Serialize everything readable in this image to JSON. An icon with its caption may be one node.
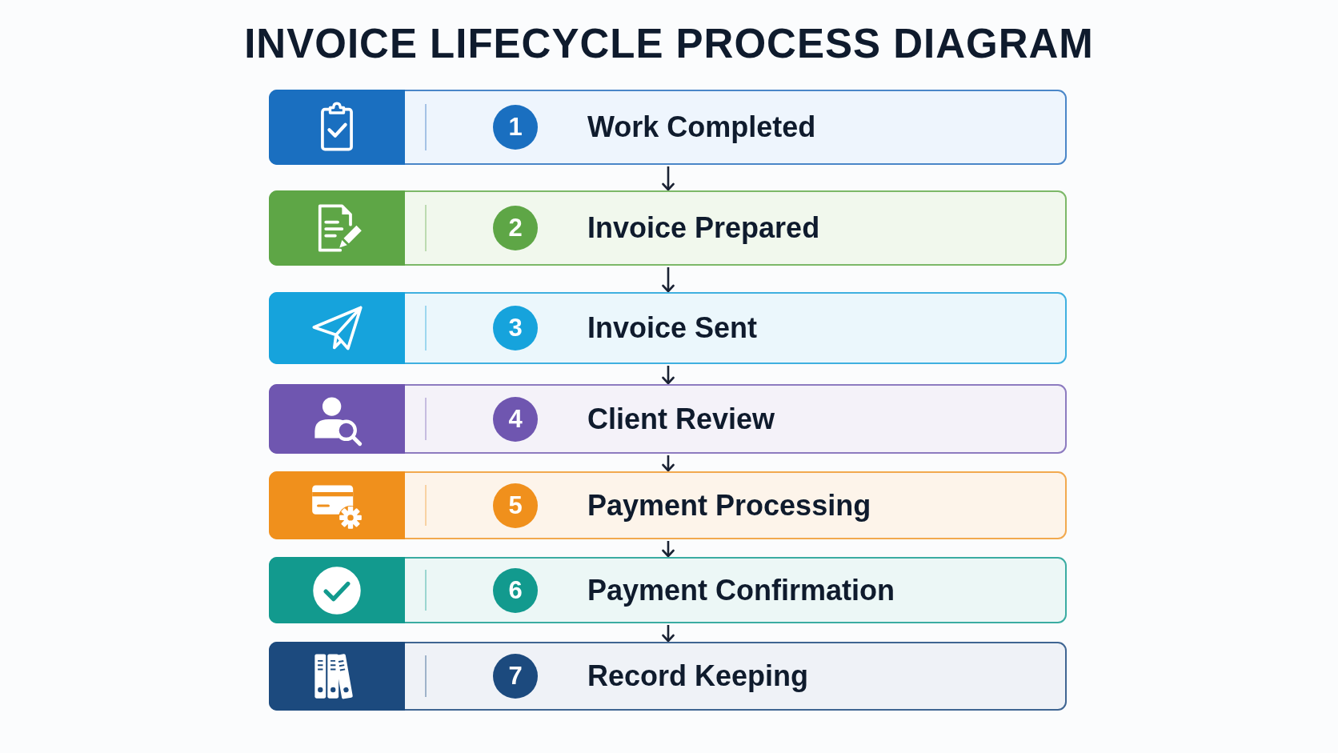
{
  "diagram": {
    "title": "INVOICE LIFECYCLE PROCESS DIAGRAM",
    "nodes": [
      {
        "text": [
          "1",
          "Work Completed"
        ]
      },
      {
        "text": [
          "2",
          "Invoice Prepared"
        ]
      },
      {
        "text": [
          "3",
          "Invoice Sent"
        ]
      },
      {
        "text": [
          "4",
          "Client Review"
        ]
      },
      {
        "text": [
          "5",
          "Payment Processing"
        ]
      },
      {
        "text": [
          "6",
          "Payment Confirmation"
        ]
      },
      {
        "text": [
          "7",
          "Record Keeping"
        ]
      }
    ],
    "edges": [
      {
        "from": 0,
        "to": 1,
        "arrow": "to"
      },
      {
        "from": 1,
        "to": 2,
        "arrow": "to"
      },
      {
        "from": 2,
        "to": 3,
        "arrow": "to"
      },
      {
        "from": 3,
        "to": 4,
        "arrow": "to"
      },
      {
        "from": 4,
        "to": 5,
        "arrow": "to"
      },
      {
        "from": 5,
        "to": 6,
        "arrow": "to"
      }
    ]
  }
}
